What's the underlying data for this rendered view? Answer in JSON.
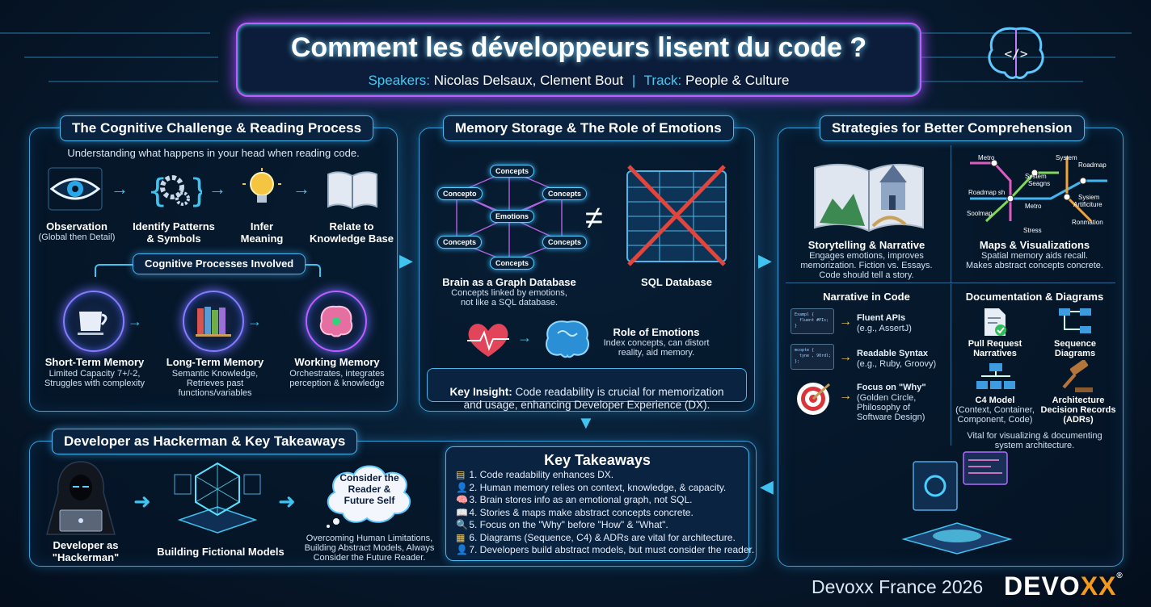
{
  "header": {
    "title": "Comment les développeurs lisent du code ?",
    "speakers_label": "Speakers:",
    "speakers": "Nicolas Delsaux, Clement Bout",
    "track_label": "Track:",
    "track": "People & Culture"
  },
  "cognitive": {
    "title": "The Cognitive Challenge & Reading Process",
    "subtitle": "Understanding what happens in your head when reading code.",
    "steps": [
      {
        "label": "Observation",
        "sub": "(Global then Detail)"
      },
      {
        "label": "Identify Patterns\n& Symbols"
      },
      {
        "label": "Infer\nMeaning"
      },
      {
        "label": "Relate to\nKnowledge Base"
      }
    ],
    "processes_title": "Cognitive Processes Involved",
    "memories": [
      {
        "label": "Short-Term Memory",
        "sub": "Limited Capacity 7+/-2,\nStruggles with complexity"
      },
      {
        "label": "Long-Term Memory",
        "sub": "Semantic Knowledge,\nRetrieves past\nfunctions/variables"
      },
      {
        "label": "Working Memory",
        "sub": "Orchestrates, integrates\nperception & knowledge"
      }
    ]
  },
  "memory": {
    "title": "Memory Storage & The Role of Emotions",
    "graph_nodes": [
      "Concepts",
      "Concepto",
      "Concepts",
      "Emotions",
      "Concepts",
      "Concepts",
      "Concepts"
    ],
    "neq": "≠",
    "brain_label": "Brain as a Graph Database",
    "brain_sub": "Concepts linked by emotions,\nnot like a SQL database.",
    "sql_label": "SQL Database",
    "emotions_label": "Role of Emotions",
    "emotions_sub": "Index concepts, can distort\nreality, aid memory.",
    "insight_bold": "Key Insight:",
    "insight_text": " Code readability is crucial for memorization\nand usage, enhancing Developer Experience (DX)."
  },
  "strategies": {
    "title": "Strategies for Better Comprehension",
    "story_label": "Storytelling & Narrative",
    "story_sub": "Engages emotions, improves\nmemorization. Fiction vs. Essays.\nCode should tell a story.",
    "maps_label": "Maps & Visualizations",
    "maps_sub": "Spatial memory aids recall.\nMakes abstract concepts concrete.",
    "map_words": [
      "Metro",
      "System",
      "Roadmap",
      "System",
      "Seagns",
      "Roadmap sh",
      "Metro",
      "Sysiem",
      "Artificiture",
      "Soolmap",
      "Ronmation",
      "Stress"
    ],
    "narrative_title": "Narrative in Code",
    "narrative": [
      {
        "label": "Fluent APIs",
        "sub": "(e.g., AssertJ)",
        "code": "Exampl {\n  fluent #PIs;\n}"
      },
      {
        "label": "Readable Syntax",
        "sub": "(e.g., Ruby, Groovy)",
        "code": "mcopte {\n  tyne , 90rdl;\n};"
      },
      {
        "label": "Focus on \"Why\"",
        "sub": "(Golden Circle,\nPhilosophy of\nSoftware Design)"
      }
    ],
    "docs_title": "Documentation & Diagrams",
    "docs": [
      {
        "label": "Pull Request\nNarratives"
      },
      {
        "label": "Sequence\nDiagrams"
      },
      {
        "label": "C4 Model",
        "sub": "(Context, Container,\nComponent, Code)"
      },
      {
        "label": "Architecture\nDecision Records\n(ADRs)"
      }
    ],
    "docs_footer": "Vital for visualizing & documenting\nsystem architecture."
  },
  "hacker": {
    "title": "Developer as Hackerman & Key Takeaways",
    "dev_label": "Developer as\n\"Hackerman\"",
    "models_label": "Building Fictional Models",
    "cloud": "Consider the\nReader &\nFuture Self",
    "cloud_sub": "Overcoming Human Limitations,\nBuilding Abstract Models, Always\nConsider the Future Reader."
  },
  "takeaways": {
    "title": "Key Takeaways",
    "items": [
      "1. Code readability enhances DX.",
      "2. Human memory relies on context, knowledge, & capacity.",
      "3. Brain stores info as an emotional graph, not SQL.",
      "4. Stories & maps make abstract concepts concrete.",
      "5. Focus on the \"Why\" before \"How\" & \"What\".",
      "6. Diagrams (Sequence, C4) & ADRs are vital for architecture.",
      "7. Developers build abstract models, but must consider the reader."
    ],
    "icons": [
      "▤",
      "👤",
      "🧠",
      "📖",
      "🔍",
      "▦",
      "👤"
    ]
  },
  "footer": {
    "event": "Devoxx France 2026",
    "logo_a": "DEVO",
    "logo_b": "XX",
    "reg": "®"
  },
  "colors": {
    "accent": "#3fc3f0",
    "header_glow": "#b14bff",
    "logo_orange": "#f39a1e"
  }
}
